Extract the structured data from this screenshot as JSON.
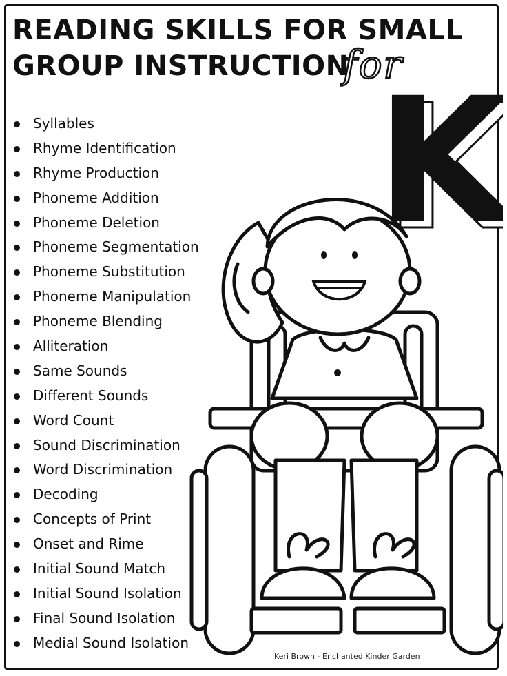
{
  "title": {
    "line1": "READING SKILLS FOR SMALL",
    "line2": "GROUP INSTRUCTION",
    "script_word": "for",
    "grade_letter": "K"
  },
  "skills": [
    "Syllables",
    "Rhyme Identification",
    "Rhyme Production",
    "Phoneme Addition",
    "Phoneme Deletion",
    "Phoneme Segmentation",
    "Phoneme Substitution",
    "Phoneme Manipulation",
    "Phoneme Blending",
    "Alliteration",
    "Same Sounds",
    "Different Sounds",
    "Word Count",
    "Sound Discrimination",
    "Word Discrimination",
    "Decoding",
    "Concepts of Print",
    "Onset and Rime",
    "Initial Sound Match",
    "Initial Sound Isolation",
    "Final Sound Isolation",
    "Medial Sound Isolation"
  ],
  "credit": "Keri Brown - Enchanted Kinder Garden",
  "colors": {
    "ink": "#111111",
    "paper": "#ffffff"
  }
}
